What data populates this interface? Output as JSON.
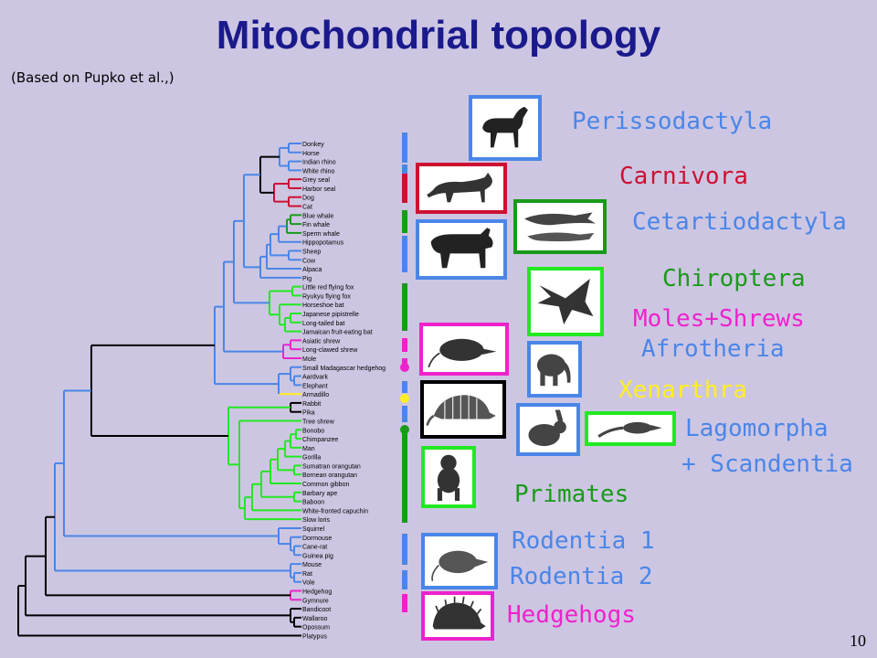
{
  "title": "Mitochondrial topology",
  "subtitle": "(Based on Pupko et al.,)",
  "page_number": "10",
  "colors": {
    "blue": "#4a86e8",
    "red": "#cc1133",
    "green": "#1a9a1a",
    "lime": "#22e822",
    "magenta": "#ee22cc",
    "yellow": "#ffee22",
    "black": "#000000",
    "title": "#1a1a8c"
  },
  "taxa": [
    "Donkey",
    "Horse",
    "Indian rhino",
    "White rhino",
    "Grey seal",
    "Harbor seal",
    "Dog",
    "Cat",
    "Blue whale",
    "Fin whale",
    "Sperm whale",
    "Hippopotamus",
    "Sheep",
    "Cow",
    "Alpaca",
    "Pig",
    "Little red flying fox",
    "Ryukyu flying fox",
    "Horseshoe bat",
    "Japanese pipistrelle",
    "Long-tailed bat",
    "Jamaican fruit-eating bat",
    "Asiatic shrew",
    "Long-clawed shrew",
    "Mole",
    "Small Madagascar hedgehog",
    "Aardvark",
    "Elephant",
    "Armadillo",
    "Rabbit",
    "Pika",
    "Tree shrew",
    "Bonobo",
    "Chimpanzee",
    "Man",
    "Gorilla",
    "Sumatran orangutan",
    "Bornean orangutan",
    "Common gibbon",
    "Barbary ape",
    "Baboon",
    "White-fronted capuchin",
    "Slow loris",
    "Squirrel",
    "Dormouse",
    "Cane-rat",
    "Guinea pig",
    "Mouse",
    "Rat",
    "Vole",
    "Hedgehog",
    "Gymnure",
    "Bandicoot",
    "Wallaroo",
    "Opossum",
    "Platypus"
  ],
  "groups": [
    {
      "label": "Perissodactyla",
      "color": "#4a86e8"
    },
    {
      "label": "Carnivora",
      "color": "#cc1133"
    },
    {
      "label": "Cetartiodactyla",
      "color": "#4a86e8"
    },
    {
      "label": "Chiroptera",
      "color": "#1a9a1a"
    },
    {
      "label": "Moles+Shrews",
      "color": "#ee22cc"
    },
    {
      "label": "Afrotheria",
      "color": "#4a86e8"
    },
    {
      "label": "Xenarthra",
      "color": "#ffee22"
    },
    {
      "label": "Lagomorpha",
      "color": "#4a86e8"
    },
    {
      "label": "+ Scandentia",
      "color": "#4a86e8"
    },
    {
      "label": "Primates",
      "color": "#1a9a1a"
    },
    {
      "label": "Rodentia 1",
      "color": "#4a86e8"
    },
    {
      "label": "Rodentia 2",
      "color": "#4a86e8"
    },
    {
      "label": "Hedgehogs",
      "color": "#ee22cc"
    }
  ],
  "images": [
    {
      "name": "horse-image",
      "border": "#4a86e8"
    },
    {
      "name": "cat-image",
      "border": "#cc1133"
    },
    {
      "name": "dolphins-image",
      "border": "#1a9a1a"
    },
    {
      "name": "cow-image",
      "border": "#4a86e8"
    },
    {
      "name": "bat-image",
      "border": "#22e822"
    },
    {
      "name": "shrew-image",
      "border": "#ee22cc"
    },
    {
      "name": "elephant-image",
      "border": "#4a86e8"
    },
    {
      "name": "armadillo-image",
      "border": "#000000"
    },
    {
      "name": "rabbit-image",
      "border": "#4a86e8"
    },
    {
      "name": "treeshrew-image",
      "border": "#22e822"
    },
    {
      "name": "baboon-image",
      "border": "#22e822"
    },
    {
      "name": "rat-image",
      "border": "#4a86e8"
    },
    {
      "name": "hedgehog-image",
      "border": "#ee22cc"
    }
  ]
}
